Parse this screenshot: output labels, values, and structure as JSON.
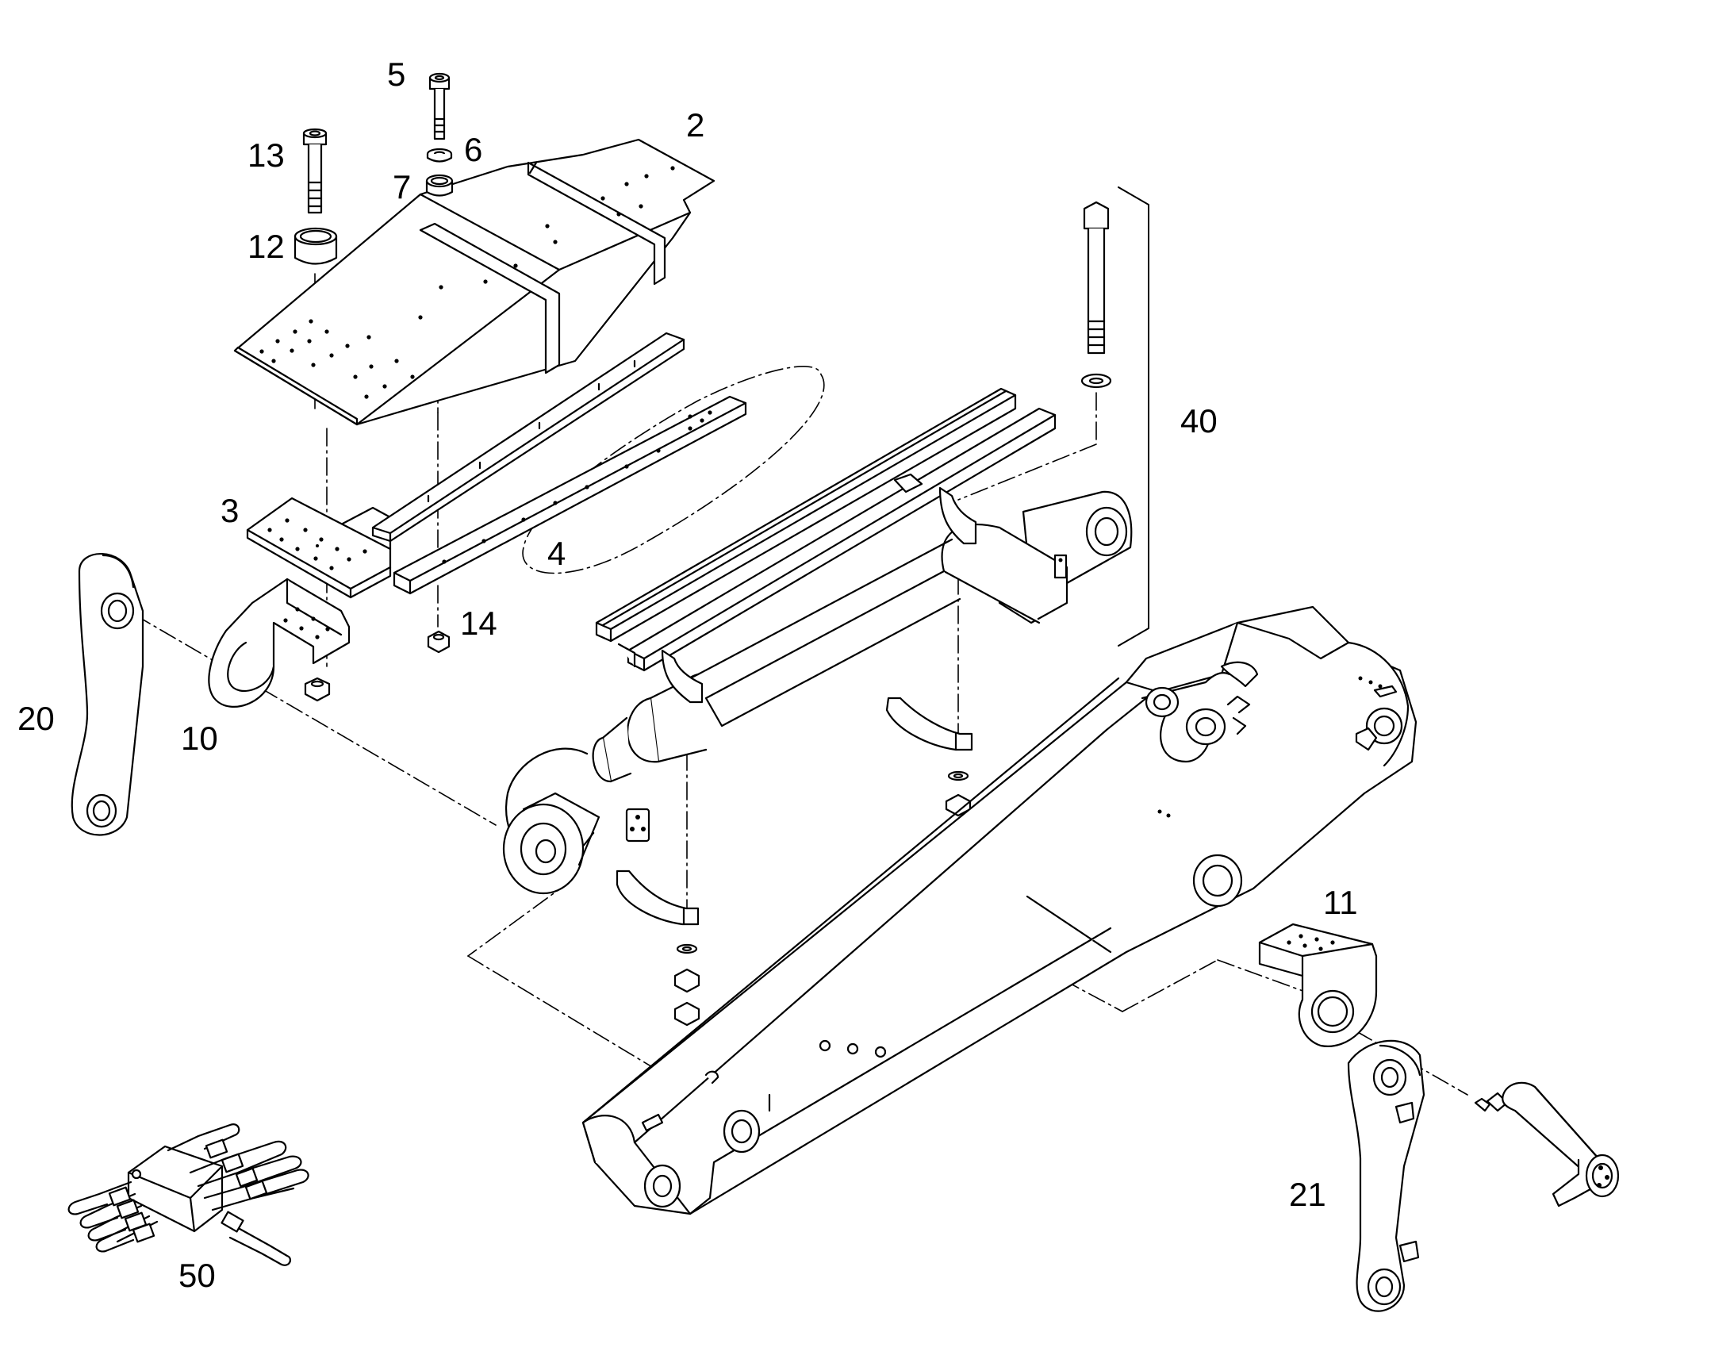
{
  "colors": {
    "line": "#000000",
    "background": "#ffffff"
  },
  "callouts": {
    "c2": "2",
    "c3": "3",
    "c4": "4",
    "c5": "5",
    "c6": "6",
    "c7": "7",
    "c10": "10",
    "c11": "11",
    "c12": "12",
    "c13": "13",
    "c14": "14",
    "c20": "20",
    "c21": "21",
    "c40": "40",
    "c50": "50"
  }
}
